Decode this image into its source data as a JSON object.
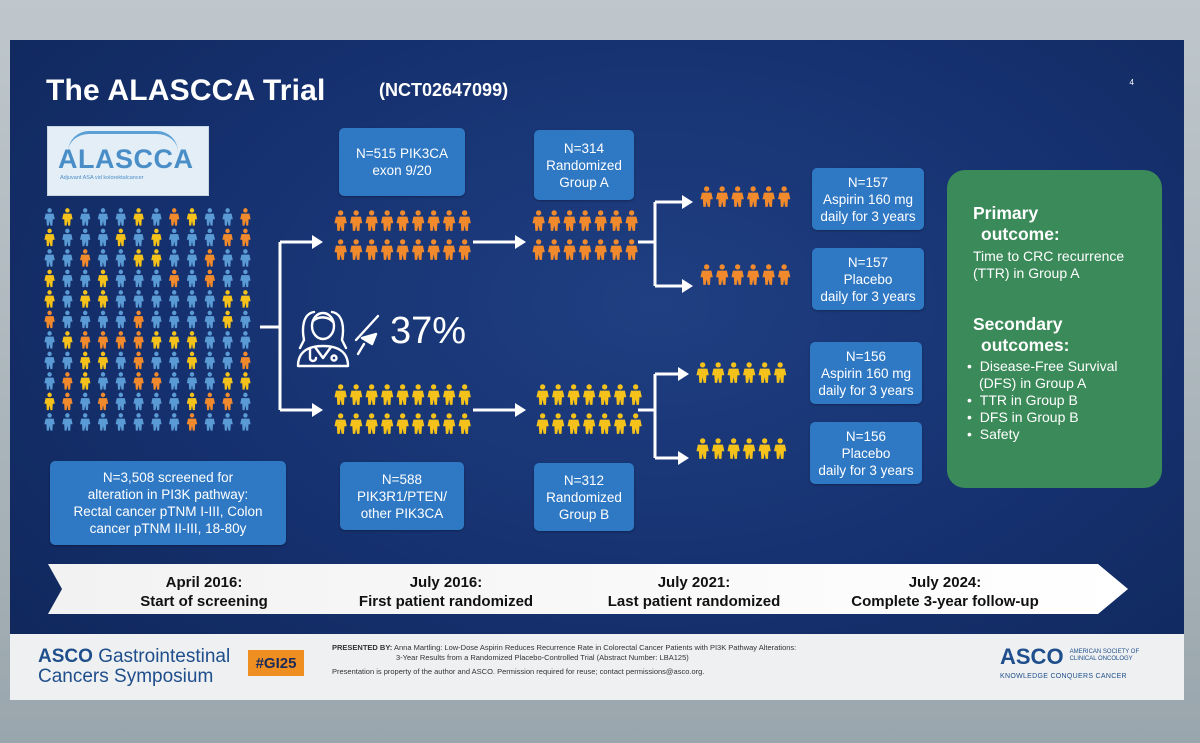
{
  "slide": {
    "title": "The ALASCCA Trial",
    "trial_id": "(NCT02647099)",
    "page_number": "4",
    "logo_text": "ALASCCA",
    "logo_subtext": "Adjuvant ASA vid kolorektalcancer",
    "percentage": "37%",
    "screened_box": [
      "N=3,508 screened for",
      "alteration in PI3K pathway:",
      "Rectal cancer pTNM I-III, Colon",
      "cancer pTNM II-III, 18-80y"
    ],
    "cohort_a_box": [
      "N=515 PIK3CA",
      "exon 9/20"
    ],
    "cohort_b_box": [
      "N=588",
      "PIK3R1/PTEN/",
      "other PIK3CA"
    ],
    "group_a_box": [
      "N=314",
      "Randomized",
      "Group A"
    ],
    "group_b_box": [
      "N=312",
      "Randomized",
      "Group B"
    ],
    "arm_a_aspirin": [
      "N=157",
      "Aspirin 160 mg",
      "daily for 3 years"
    ],
    "arm_a_placebo": [
      "N=157",
      "Placebo",
      "daily for 3 years"
    ],
    "arm_b_aspirin": [
      "N=156",
      "Aspirin 160 mg",
      "daily for 3 years"
    ],
    "arm_b_placebo": [
      "N=156",
      "Placebo",
      "daily for 3 years"
    ],
    "outcomes": {
      "primary_heading": [
        "Primary",
        "outcome:"
      ],
      "primary_text": [
        "Time to CRC recurrence",
        "(TTR) in Group A"
      ],
      "secondary_heading": [
        "Secondary",
        "outcomes:"
      ],
      "secondary_items": [
        "Disease-Free Survival",
        "(DFS) in Group A",
        "TTR in Group B",
        "DFS in Group B",
        "Safety"
      ]
    },
    "timeline": [
      [
        "April 2016:",
        "Start of screening"
      ],
      [
        "July 2016:",
        "First patient randomized"
      ],
      [
        "July 2021:",
        "Last patient randomized"
      ],
      [
        "July 2024:",
        "Complete 3-year follow-up"
      ]
    ]
  },
  "footer": {
    "asco_left_bold": "ASCO",
    "asco_left_rest": "Gastrointestinal",
    "asco_left_line2": "Cancers Symposium",
    "hashtag": "#GI25",
    "presented_by_label": "PRESENTED BY:",
    "presented_line1": "Anna Martling: Low-Dose Aspirin Reduces Recurrence Rate in Colorectal Cancer Patients with PI3K Pathway Alterations:",
    "presented_line2": "3-Year Results from a Randomized Placebo-Controlled Trial (Abstract Number: LBA125)",
    "property_note": "Presentation is property of the author and ASCO. Permission required for reuse; contact permissions@asco.org.",
    "asco_right": "ASCO",
    "asco_right_sub1": "AMERICAN SOCIETY OF",
    "asco_right_sub2": "CLINICAL ONCOLOGY",
    "asco_tagline": "KNOWLEDGE CONQUERS CANCER"
  },
  "colors": {
    "slide_bg": "#16306e",
    "box_blue": "#2f78c4",
    "outcome_green": "#3b8a59",
    "person_blue": "#5b9bd5",
    "person_yellow": "#f4c21a",
    "person_orange": "#f08a2c",
    "hashtag_orange": "#ef8f22"
  }
}
